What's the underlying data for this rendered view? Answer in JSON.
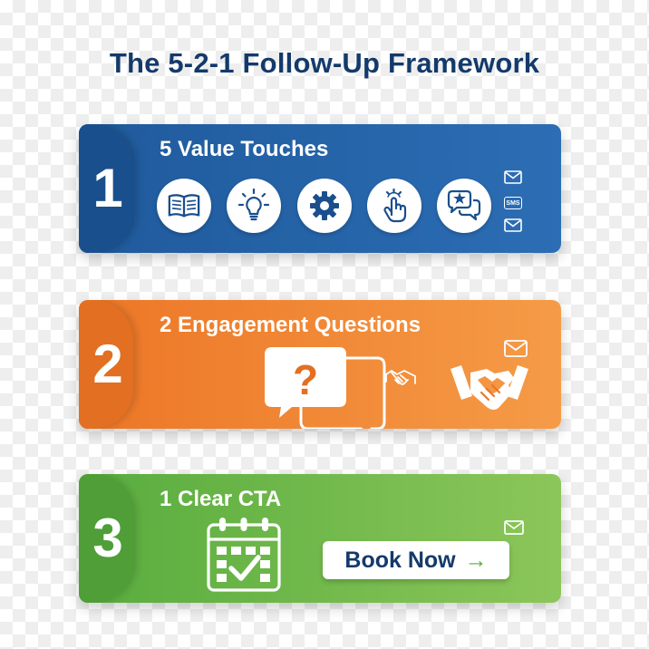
{
  "title": "The 5-2-1 Follow-Up Framework",
  "steps": [
    {
      "number": "1",
      "label": "5 Value Touches",
      "color": "#2c6db4",
      "icons": [
        "open-book-icon",
        "lightbulb-icon",
        "gear-icon",
        "tap-hand-icon",
        "star-chat-bubbles-icon"
      ],
      "channels": [
        "mail-icon",
        "SMS",
        "mail-icon"
      ]
    },
    {
      "number": "2",
      "label": "2 Engagement Questions",
      "color": "#ec7626",
      "icons": [
        "question-speech-bubble-icon",
        "small-handshake-icon",
        "handshake-icon",
        "mail-icon"
      ]
    },
    {
      "number": "3",
      "label": "1 Clear CTA",
      "color": "#58ac3e",
      "icons": [
        "calendar-check-icon",
        "mail-icon"
      ],
      "button": {
        "label": "Book Now",
        "arrow": "→"
      }
    }
  ]
}
